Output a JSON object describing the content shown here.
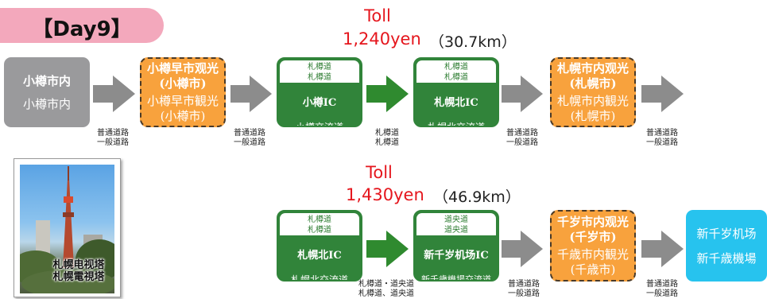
{
  "day_tag": "【Day9】",
  "route1": {
    "toll_word": "Toll",
    "toll_amount": "1,240yen",
    "distance": "（30.7km）",
    "start": {
      "line1": "小樽市内",
      "line2": "小樽市内"
    },
    "stop1": {
      "line1": "小樽早市观光",
      "line2": "(小樽市)",
      "line3": "小樽早市観光",
      "line4": "(小樽市)"
    },
    "ic1": {
      "road_top": "札樽道",
      "road_bottom": "札樽道",
      "name": "小樽IC",
      "jct": "小樽交流道"
    },
    "ic2": {
      "road_top": "札樽道",
      "road_bottom": "札樽道",
      "name": "札幌北IC",
      "jct": "札幌北交流道"
    },
    "stop2": {
      "line1": "札幌市内观光",
      "line2": "(札幌市)",
      "line3": "札幌市内観光",
      "line4": "(札幌市)"
    },
    "labels": [
      {
        "l1": "普通道路",
        "l2": "一般道路"
      },
      {
        "l1": "普通道路",
        "l2": "一般道路"
      },
      {
        "l1": "札樽道",
        "l2": "札樽道"
      },
      {
        "l1": "普通道路",
        "l2": "一般道路"
      },
      {
        "l1": "普通道路",
        "l2": "一般道路"
      }
    ]
  },
  "route2": {
    "toll_word": "Toll",
    "toll_amount": "1,430yen",
    "distance": "（46.9km）",
    "ic1": {
      "road_top": "札樽道",
      "road_bottom": "札樽道",
      "name": "札幌北IC",
      "jct": "札幌北交流道"
    },
    "ic2": {
      "road_top": "道央道",
      "road_bottom": "道央道",
      "name": "新千岁机场IC",
      "jct": "新千歳機場交流道"
    },
    "stop": {
      "line1": "千岁市内观光",
      "line2": "(千岁市)",
      "line3": "千歳市内観光",
      "line4": "(千歳市)"
    },
    "end": {
      "line1": "新千岁机场",
      "line2": "新千歳機場"
    },
    "labels": [
      {
        "l1": "札樽道・道央道",
        "l2": "札樽道、道央道"
      },
      {
        "l1": "普通道路",
        "l2": "一般道路"
      },
      {
        "l1": "普通道路",
        "l2": "一般道路"
      }
    ]
  },
  "photo": {
    "caption1": "札幌电视塔",
    "caption2": "札幌電視塔"
  },
  "colors": {
    "toll": "#e5161d",
    "gray_arrow": "#8c8c8c",
    "green_arrow": "#2f8a2f",
    "gray_box": "#9a9a9c",
    "orange_box": "#f8a23d",
    "green_box": "#31843a",
    "cyan_box": "#27c3ee"
  }
}
